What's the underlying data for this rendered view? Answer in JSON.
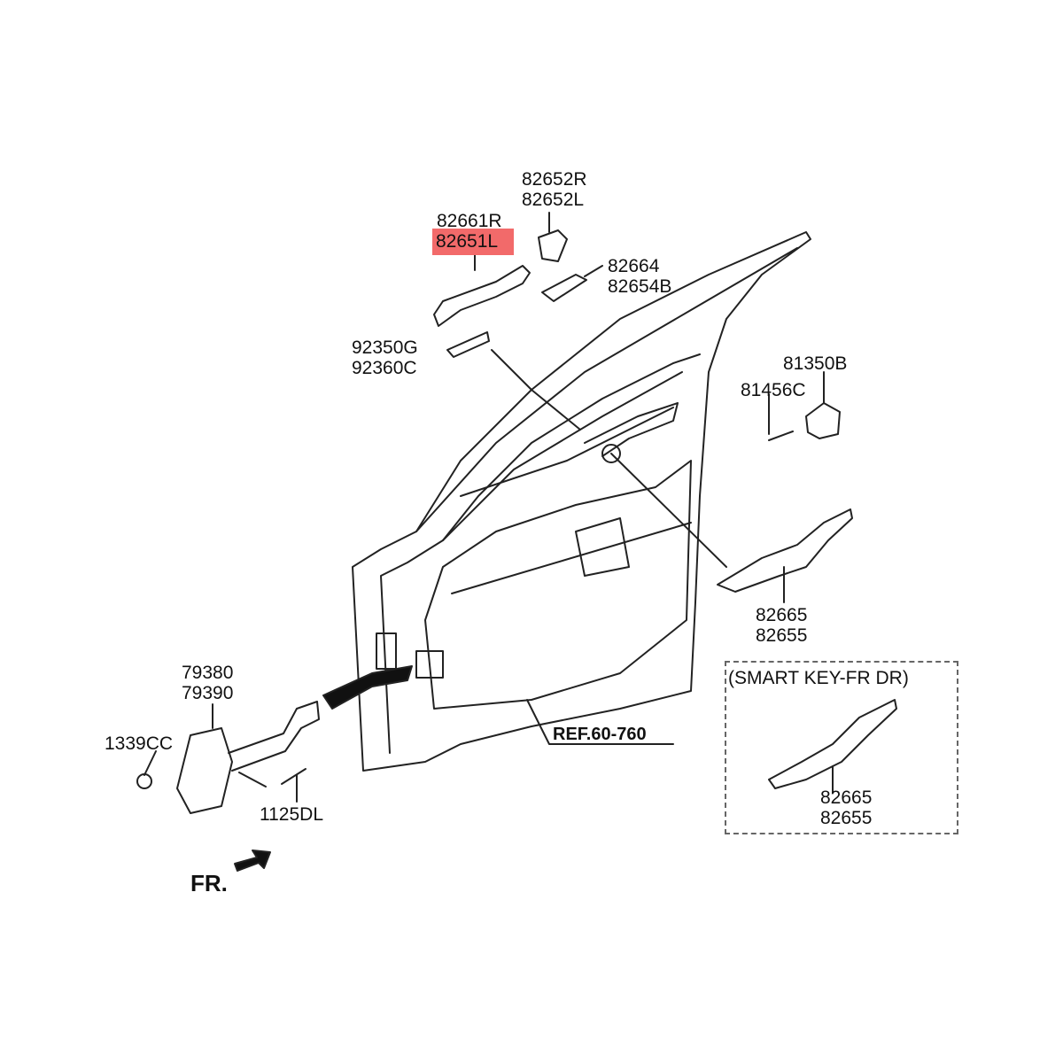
{
  "parts": {
    "handle_r": "82661R",
    "handle_l": "82651L",
    "cover_r": "82652R",
    "cover_l": "82652L",
    "gasket_a": "82664",
    "gasket_b": "82654B",
    "pad_a": "92350G",
    "pad_b": "92360C",
    "striker": "81350B",
    "screw": "81456C",
    "bracket_a": "82665",
    "bracket_b": "82655",
    "checker_a": "79380",
    "checker_b": "79390",
    "nut": "1339CC",
    "bolt": "1125DL",
    "smart_bracket_a": "82665",
    "smart_bracket_b": "82655"
  },
  "ref_label": "REF.60-760",
  "smart_key_label": "(SMART KEY-FR DR)",
  "front_label": "FR.",
  "colors": {
    "highlight": "#f26a6a",
    "line": "#222222"
  }
}
